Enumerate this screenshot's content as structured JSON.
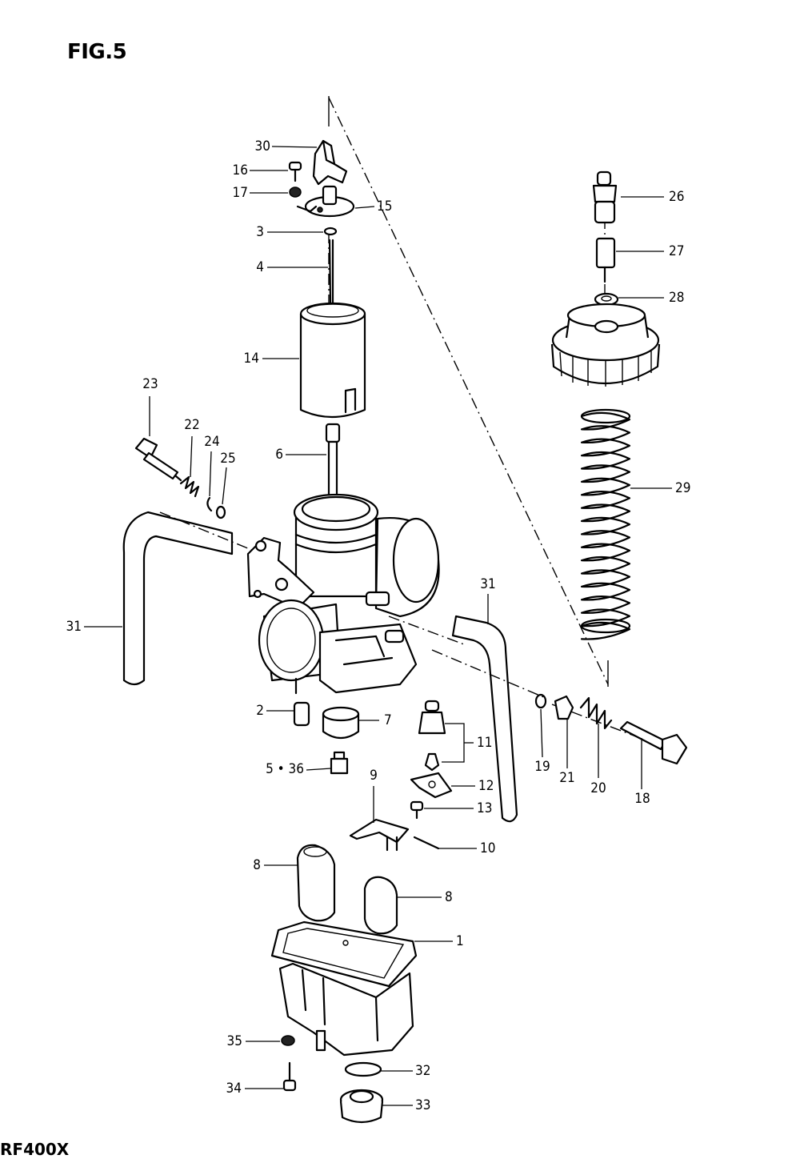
{
  "figure": {
    "title": "FIG.5",
    "model_code": "RF400X"
  },
  "callouts": [
    {
      "key": "p30",
      "text": "30"
    },
    {
      "key": "p16",
      "text": "16"
    },
    {
      "key": "p17",
      "text": "17"
    },
    {
      "key": "p15",
      "text": "15"
    },
    {
      "key": "p3",
      "text": "3"
    },
    {
      "key": "p4",
      "text": "4"
    },
    {
      "key": "p14",
      "text": "14"
    },
    {
      "key": "p23",
      "text": "23"
    },
    {
      "key": "p22",
      "text": "22"
    },
    {
      "key": "p24",
      "text": "24"
    },
    {
      "key": "p25",
      "text": "25"
    },
    {
      "key": "p6",
      "text": "6"
    },
    {
      "key": "p26",
      "text": "26"
    },
    {
      "key": "p27",
      "text": "27"
    },
    {
      "key": "p28",
      "text": "28"
    },
    {
      "key": "p29",
      "text": "29"
    },
    {
      "key": "p31a",
      "text": "31"
    },
    {
      "key": "p31b",
      "text": "31"
    },
    {
      "key": "p2",
      "text": "2"
    },
    {
      "key": "p7",
      "text": "7"
    },
    {
      "key": "p11",
      "text": "11"
    },
    {
      "key": "p19",
      "text": "19"
    },
    {
      "key": "p21",
      "text": "21"
    },
    {
      "key": "p20",
      "text": "20"
    },
    {
      "key": "p18",
      "text": "18"
    },
    {
      "key": "p5_36",
      "text": "5 • 36"
    },
    {
      "key": "p9",
      "text": "9"
    },
    {
      "key": "p12",
      "text": "12"
    },
    {
      "key": "p13",
      "text": "13"
    },
    {
      "key": "p10",
      "text": "10"
    },
    {
      "key": "p8a",
      "text": "8"
    },
    {
      "key": "p8b",
      "text": "8"
    },
    {
      "key": "p1",
      "text": "1"
    },
    {
      "key": "p35",
      "text": "35"
    },
    {
      "key": "p32",
      "text": "32"
    },
    {
      "key": "p34",
      "text": "34"
    },
    {
      "key": "p33",
      "text": "33"
    }
  ]
}
